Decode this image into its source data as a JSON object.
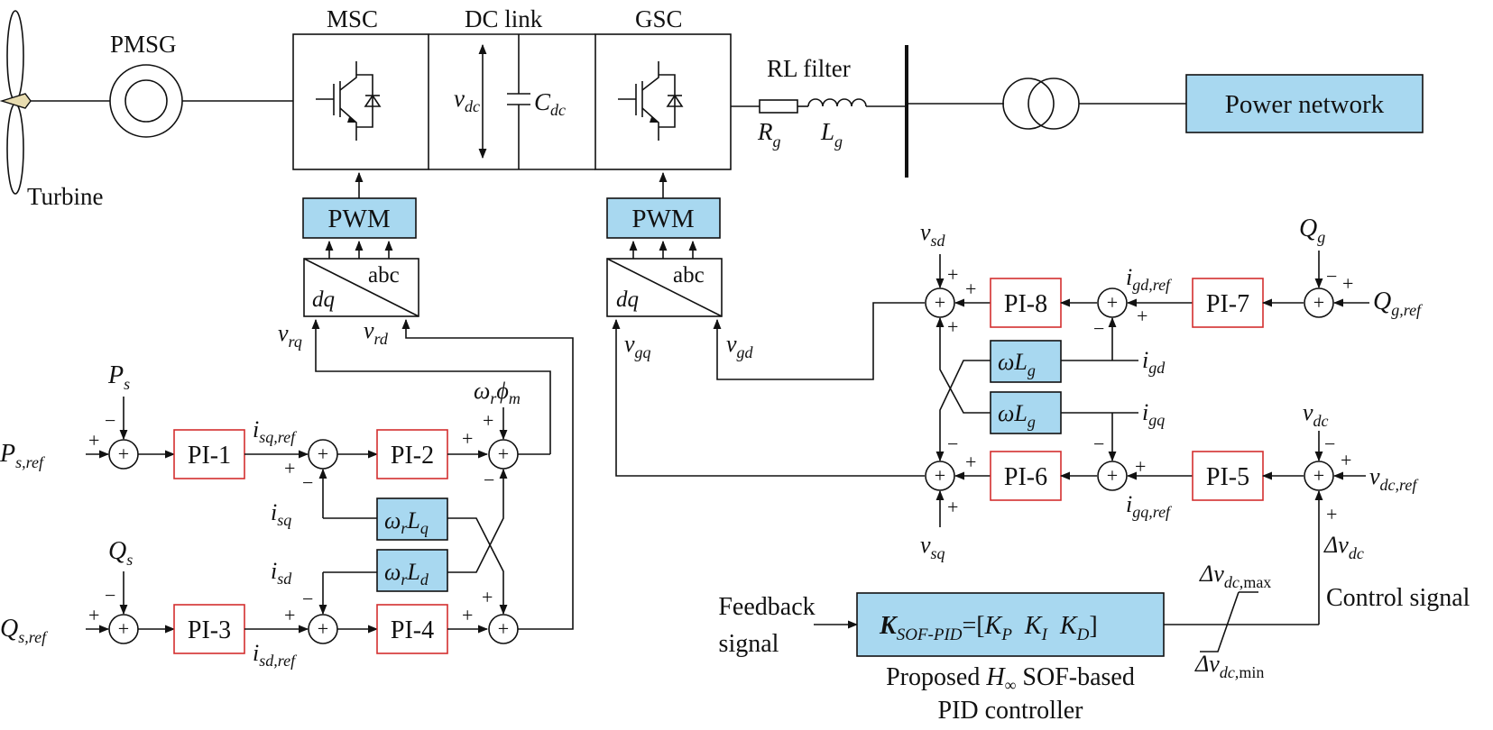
{
  "signs": {
    "plus": "+",
    "minus": "−"
  },
  "power": {
    "turbine": "Turbine",
    "pmsg": "PMSG",
    "msc": "MSC",
    "dc_link": "DC link",
    "gsc": "GSC",
    "rl_filter": "RL filter",
    "power_network": "Power network",
    "vdc_main": "v",
    "vdc_sub": "dc",
    "cdc_main": "C",
    "cdc_sub": "dc",
    "rg_main": "R",
    "rg_sub": "g",
    "lg_main": "L",
    "lg_sub": "g"
  },
  "msc_ctrl": {
    "pwm": "PWM",
    "abc": "abc",
    "dq": "dq",
    "vrq_main": "v",
    "vrq_sub": "rq",
    "vrd_main": "v",
    "vrd_sub": "rd",
    "ps_ref_main": "P",
    "ps_ref_sub": "s,ref",
    "ps_main": "P",
    "ps_sub": "s",
    "qs_ref_main": "Q",
    "qs_ref_sub": "s,ref",
    "qs_main": "Q",
    "qs_sub": "s",
    "pi1": "PI-1",
    "pi2": "PI-2",
    "pi3": "PI-3",
    "pi4": "PI-4",
    "isq_ref_main": "i",
    "isq_ref_sub": "sq,ref",
    "isd_ref_main": "i",
    "isd_ref_sub": "sd,ref",
    "isq_main": "i",
    "isq_sub": "sq",
    "isd_main": "i",
    "isd_sub": "sd",
    "wr_main": "ω",
    "wr_sub": "r",
    "phi_main": "ϕ",
    "phi_sub": "m",
    "lq_main": "L",
    "lq_sub": "q",
    "ld_main": "L",
    "ld_sub": "d"
  },
  "gsc_ctrl": {
    "pwm": "PWM",
    "abc": "abc",
    "dq": "dq",
    "vgq_main": "v",
    "vgq_sub": "gq",
    "vgd_main": "v",
    "vgd_sub": "gd",
    "vsd_main": "v",
    "vsd_sub": "sd",
    "vsq_main": "v",
    "vsq_sub": "sq",
    "pi5": "PI-5",
    "pi6": "PI-6",
    "pi7": "PI-7",
    "pi8": "PI-8",
    "igd_ref_main": "i",
    "igd_ref_sub": "gd,ref",
    "igq_ref_main": "i",
    "igq_ref_sub": "gq,ref",
    "igd_main": "i",
    "igd_sub": "gd",
    "igq_main": "i",
    "igq_sub": "gq",
    "qg_main": "Q",
    "qg_sub": "g",
    "qg_ref_main": "Q",
    "qg_ref_sub": "g,ref",
    "wlg_main": "ωL",
    "wlg_sub": "g",
    "vdc_main": "v",
    "vdc_sub": "dc",
    "vdc_ref_main": "v",
    "vdc_ref_sub": "dc,ref",
    "dvdc_main": "Δv",
    "dvdc_sub": "dc"
  },
  "proposed": {
    "feedback_line1": "Feedback",
    "feedback_line2": "signal",
    "k_main": "K",
    "k_sub": "SOF-PID",
    "k_eq": "=[",
    "kp_main": "K",
    "kp_sub": "P",
    "ki_main": "K",
    "ki_sub": "I",
    "kd_main": "K",
    "kd_sub": "D",
    "k_close": "]",
    "caption1_a": "Proposed ",
    "caption1_h": "H",
    "caption1_inf": "∞",
    "caption1_b": " SOF-based",
    "caption2": "PID controller",
    "sat_max_main": "Δv",
    "sat_max_sub": "dc,",
    "sat_max_tag": "max",
    "sat_min_main": "Δv",
    "sat_min_sub": "dc,",
    "sat_min_tag": "min",
    "control_signal": "Control signal"
  }
}
